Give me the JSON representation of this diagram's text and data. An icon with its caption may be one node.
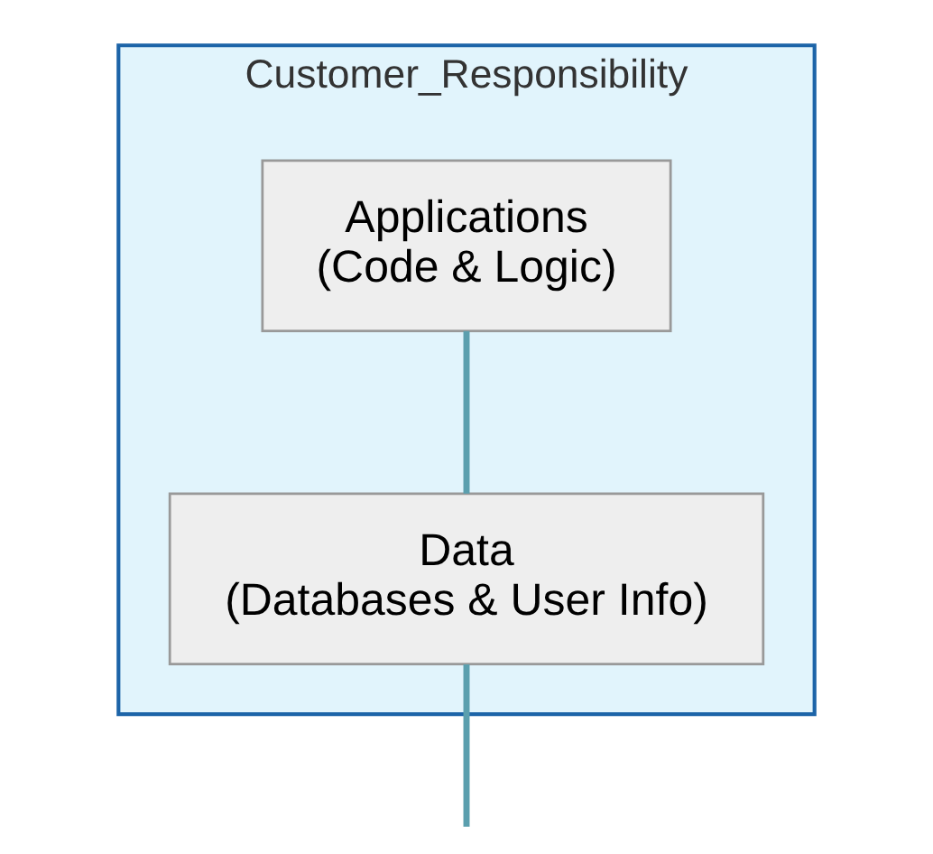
{
  "diagram": {
    "nodes": [
      {
        "text": [
          "Customer_Responsibility"
        ]
      },
      {
        "text": [
          "Applications",
          "(Code & Logic)"
        ],
        "in": 0
      },
      {
        "text": [
          "Data",
          "(Databases & User Info)"
        ],
        "in": 0
      }
    ],
    "edges": [
      {
        "from": 1,
        "to": 2,
        "arrow": "none"
      },
      {
        "from": 2,
        "to": null,
        "arrow": "none"
      }
    ]
  }
}
